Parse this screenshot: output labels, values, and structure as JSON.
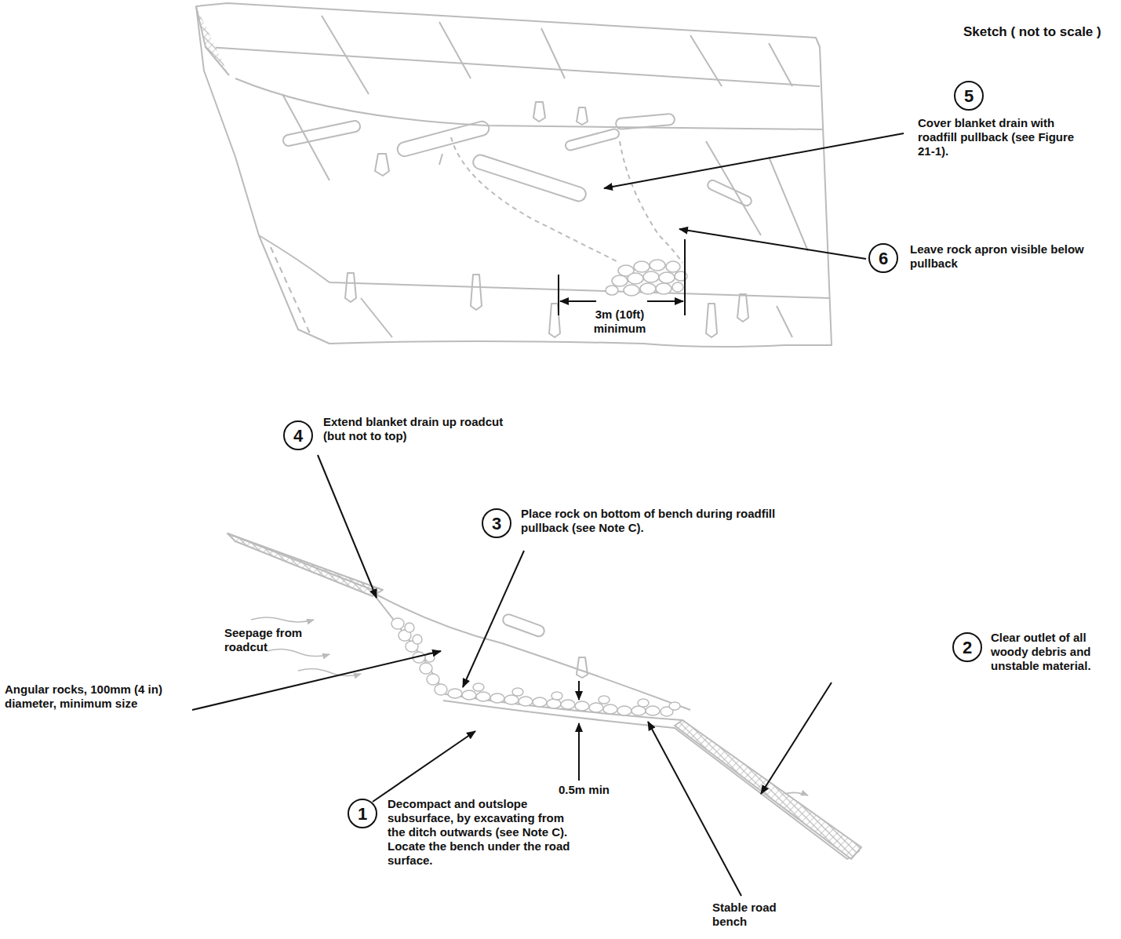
{
  "diagram": {
    "labels": [
      "Sketch ( not to scale )",
      "5",
      "Cover blanket drain with roadfill pullback (see Figure 21-1).",
      "6",
      "Leave rock apron visible below pullback",
      "3m (10ft) minimum",
      "4",
      "Extend blanket drain up roadcut (but not to top)",
      "3",
      "Place rock on bottom of bench during roadfill pullback (see Note C).",
      "2",
      "Clear outlet of all woody debris and unstable material.",
      "Seepage from roadcut",
      "Angular rocks, 100mm (4 in) diameter, minimum size",
      "0.5m min",
      "1",
      "Decompact and outslope subsurface, by excavating from the ditch outwards (see Note C). Locate the bench under the road surface.",
      "Stable road bench"
    ]
  }
}
